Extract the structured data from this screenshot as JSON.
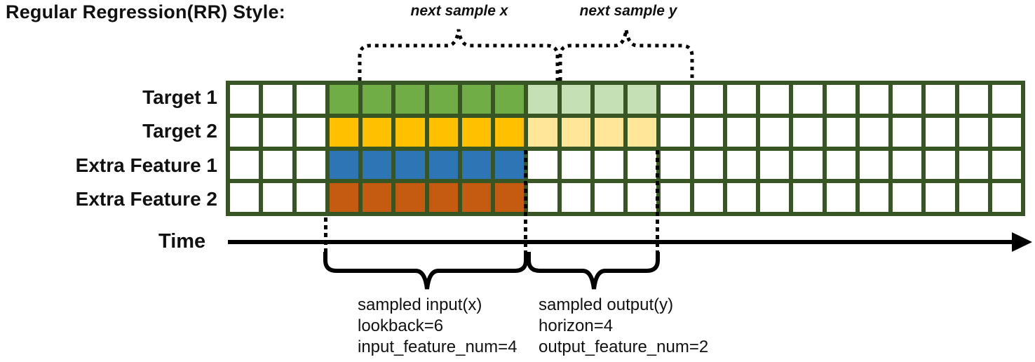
{
  "title": "Regular Regression(RR) Style:",
  "colors": {
    "grid_border": "#375623",
    "target1_solid": "#70ad47",
    "target1_light": "#c5e0b4",
    "target2_solid": "#ffc000",
    "target2_light": "#ffe699",
    "extra1_solid": "#2e75b6",
    "extra2_solid": "#c55a11",
    "cell_empty": "#ffffff"
  },
  "top_annotations": {
    "next_sample_x": "next sample x",
    "next_sample_y": "next sample y"
  },
  "grid": {
    "columns": 24,
    "rows": [
      {
        "label": "Target 1",
        "segments": [
          {
            "start": 3,
            "count": 6,
            "color": "#70ad47"
          },
          {
            "start": 9,
            "count": 4,
            "color": "#c5e0b4"
          }
        ]
      },
      {
        "label": "Target 2",
        "segments": [
          {
            "start": 3,
            "count": 6,
            "color": "#ffc000"
          },
          {
            "start": 9,
            "count": 4,
            "color": "#ffe699"
          }
        ]
      },
      {
        "label": "Extra Feature 1",
        "segments": [
          {
            "start": 3,
            "count": 6,
            "color": "#2e75b6"
          }
        ]
      },
      {
        "label": "Extra Feature 2",
        "segments": [
          {
            "start": 3,
            "count": 6,
            "color": "#c55a11"
          }
        ]
      }
    ]
  },
  "time_axis": {
    "label": "Time"
  },
  "bottom_annotations": {
    "input": {
      "lines": [
        "sampled input(x)",
        "lookback=6",
        "input_feature_num=4"
      ]
    },
    "output": {
      "lines": [
        "sampled output(y)",
        "horizon=4",
        "output_feature_num=2"
      ]
    }
  }
}
